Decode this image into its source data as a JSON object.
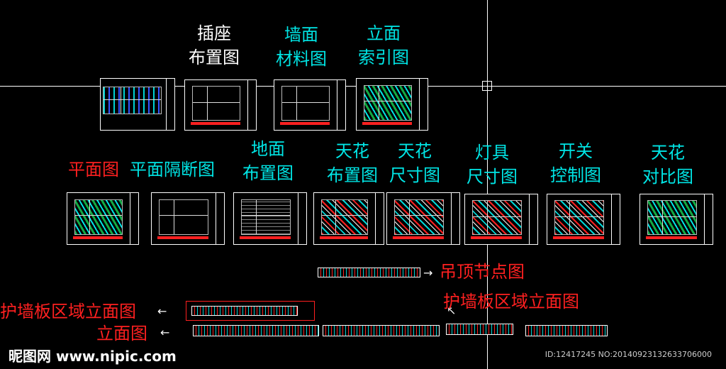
{
  "labels": {
    "socket_line1": "插座",
    "socket_line2": "布置图",
    "wall_line1": "墙面",
    "wall_line2": "材料图",
    "elev_index_line1": "立面",
    "elev_index_line2": "索引图",
    "floor_plan": "平面图",
    "partition_plan": "平面隔断图",
    "floor_line1": "地面",
    "floor_line2": "布置图",
    "ceiling_line1": "天花",
    "ceiling_line2": "布置图",
    "ceiling_dim_line1": "天花",
    "ceiling_dim_line2": "尺寸图",
    "lamp_line1": "灯具",
    "lamp_line2": "尺寸图",
    "switch_line1": "开关",
    "switch_line2": "控制图",
    "ceiling_cmp_line1": "天花",
    "ceiling_cmp_line2": "对比图",
    "ceiling_node": "吊顶节点图",
    "wainscot_left": "护墙板区域立面图",
    "wainscot_right": "护墙板区域立面图",
    "elevation": "立面图"
  },
  "arrows": {
    "right": "→",
    "left": "←",
    "diag": "↖"
  },
  "watermark": "昵图网 www.nipic.com",
  "image_id": "ID:12417245 NO:20140923132633706000",
  "colors": {
    "white": "#ffffff",
    "cyan": "#00e5e5",
    "red": "#ff2020",
    "background": "#000000"
  }
}
